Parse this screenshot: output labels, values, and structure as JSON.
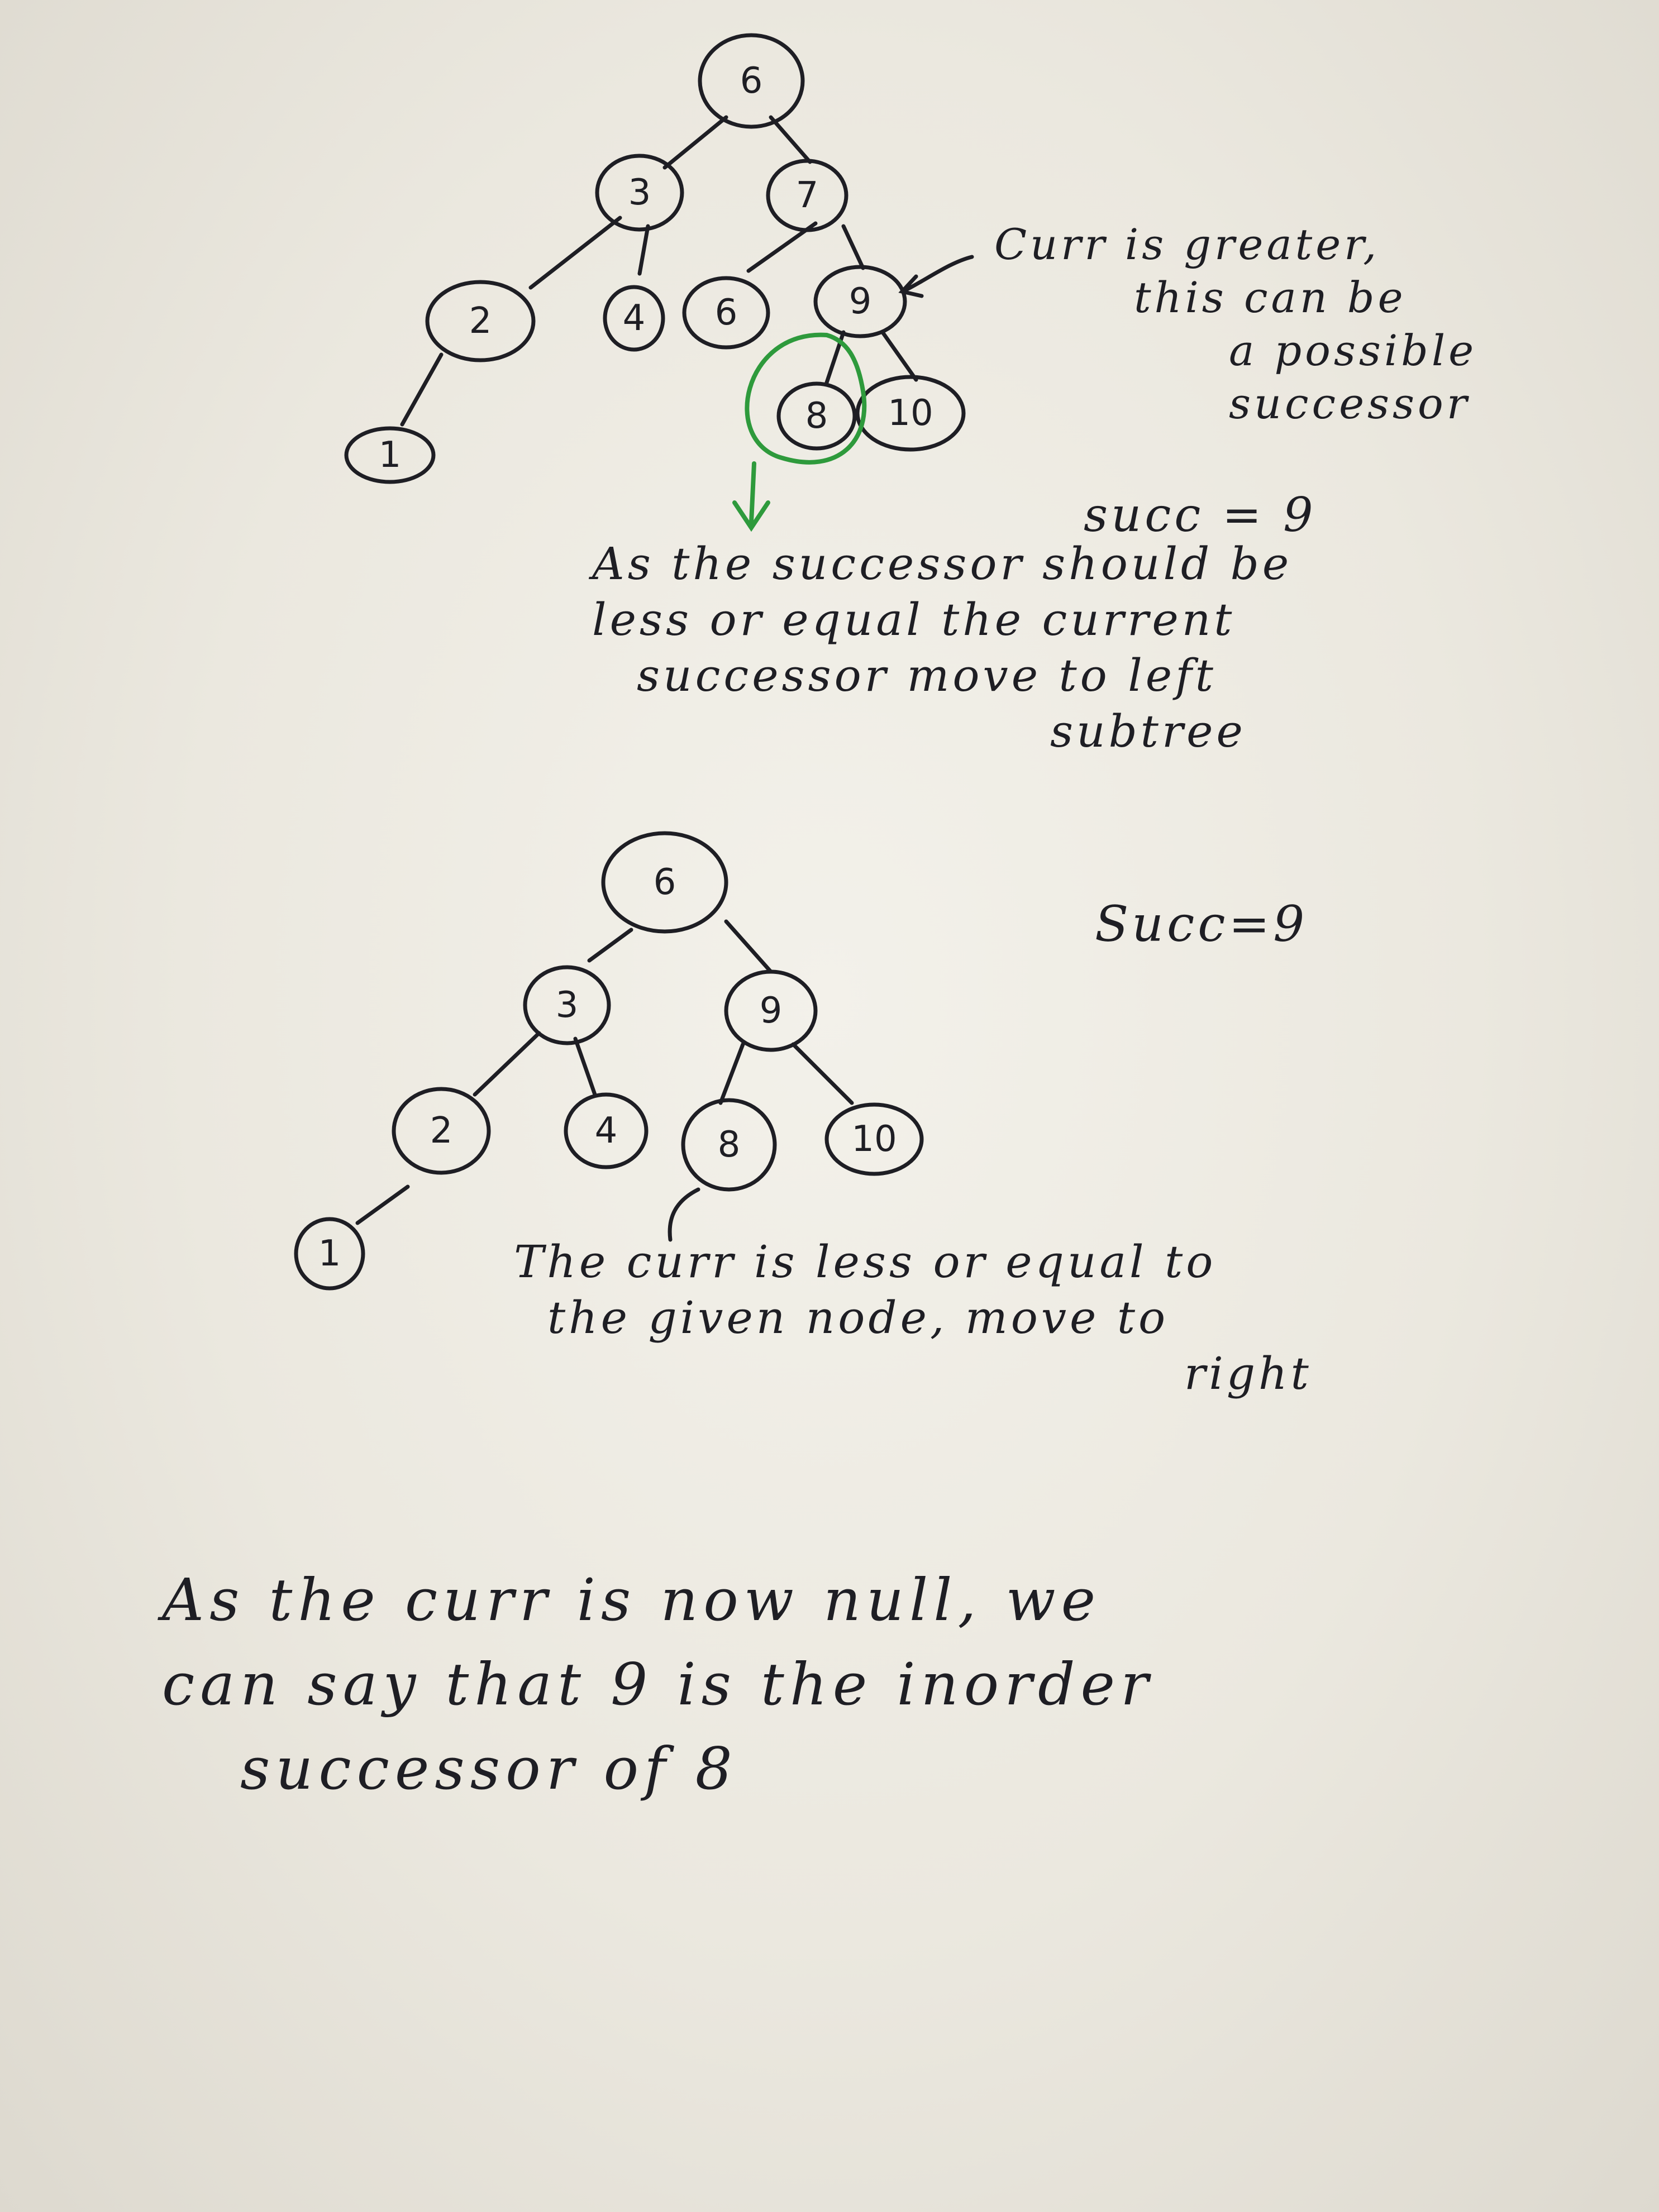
{
  "colors": {
    "ink": "#1e1e24",
    "highlight": "#2e9a3c",
    "paper": "#efece4"
  },
  "tree1": {
    "nodes": [
      "6",
      "3",
      "7",
      "2",
      "4",
      "6",
      "9",
      "1",
      "8",
      "10"
    ]
  },
  "tree2": {
    "nodes": [
      "6",
      "3",
      "9",
      "2",
      "4",
      "8",
      "10",
      "1"
    ]
  },
  "annotations": {
    "curr_greater": [
      "Curr is greater,",
      "this can be",
      "a possible",
      "successor"
    ],
    "succ_1": "succ = 9",
    "move_left": [
      "As the successor should be",
      "less or equal the current",
      "successor move to left",
      "subtree"
    ],
    "succ_2": "Succ=9",
    "move_right": [
      "The curr is less or equal to",
      "the given node, move to",
      "right"
    ],
    "conclusion": [
      "As the curr is now null, we",
      "can say that 9 is the inorder",
      "successor of 8"
    ]
  }
}
